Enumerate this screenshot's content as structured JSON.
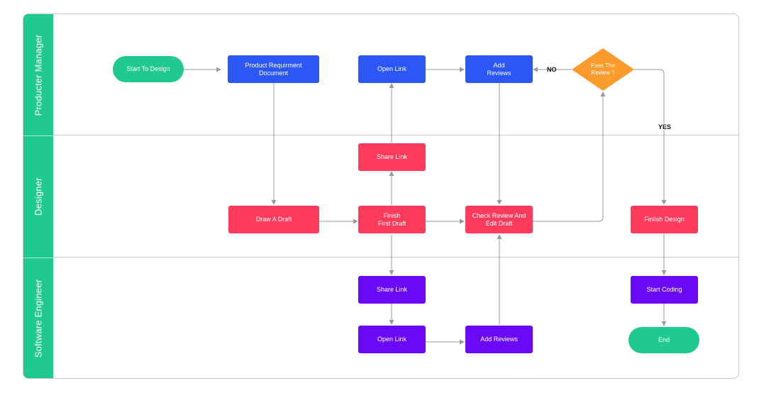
{
  "lanes": [
    {
      "label": "Producter Manager"
    },
    {
      "label": "Designer"
    },
    {
      "label": "Software Engineer"
    }
  ],
  "nodes": {
    "start": {
      "label": "Start To Design"
    },
    "prd": {
      "label": "Product Requirment\nDocument"
    },
    "pm_open_link": {
      "label": "Open Link"
    },
    "pm_add_reviews": {
      "label": "Add\nReviews"
    },
    "decision": {
      "label": "Pass The\nReview ?"
    },
    "share_link": {
      "label": "Share Link"
    },
    "draw_draft": {
      "label": "Draw A Draft"
    },
    "finish_first": {
      "label": "Finish\nFirst Draft"
    },
    "check_review": {
      "label": "Check Review And\nEdit Draft"
    },
    "finish_design": {
      "label": "Finlish Design"
    },
    "se_share_link": {
      "label": "Share Link"
    },
    "se_open_link": {
      "label": "Open Link"
    },
    "se_add_reviews": {
      "label": "Add Reviews"
    },
    "start_coding": {
      "label": "Start Coding"
    },
    "end": {
      "label": "End"
    }
  },
  "edge_labels": {
    "no": "NO",
    "yes": "YES"
  },
  "colors": {
    "lane_header": "#20c98f",
    "pm_nodes": "#2b57f5",
    "designer_nodes": "#fb3a5c",
    "engineer_nodes": "#6b08f5",
    "decision": "#fb9b2b",
    "terminal": "#20c98f",
    "connector": "#9a9a9a"
  }
}
